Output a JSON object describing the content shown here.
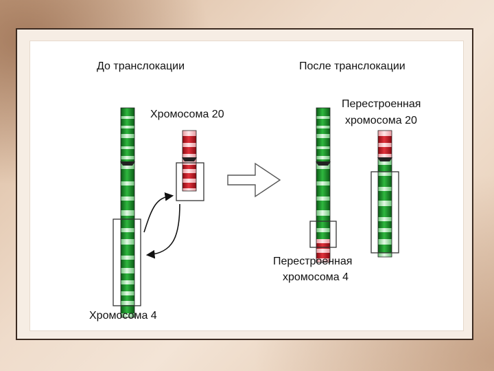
{
  "labels": {
    "before": "До транслокации",
    "after": "После транслокации",
    "chr20": "Хромосома 20",
    "chr4": "Хромосома 4",
    "rearranged20_line1": "Перестроенная",
    "rearranged20_line2": "хромосома 20",
    "rearranged4_line1": "Перестроенная",
    "rearranged4_line2": "хромосома 4"
  },
  "colors": {
    "green_dark": "#0f7a1e",
    "green_light": "#9fe0a4",
    "red_dark": "#c0141e",
    "red_light": "#f4a0a6",
    "pink_band": "#f6c9cc",
    "box_border": "#333333"
  },
  "chromosomes": [
    "chromosome-4",
    "chromosome-20",
    "rearranged-chromosome-4",
    "rearranged-chromosome-20"
  ]
}
